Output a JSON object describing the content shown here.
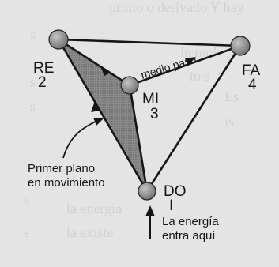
{
  "nodes": {
    "re": {
      "name": "RE",
      "number": "2"
    },
    "fa": {
      "name": "FA",
      "number": "4"
    },
    "mi": {
      "name": "MI",
      "number": "3"
    },
    "do": {
      "name": "DO",
      "number": "I"
    }
  },
  "annotations": {
    "half_step": "medio paso",
    "foreground_line1": "Primer plano",
    "foreground_line2": "en movimiento",
    "energy_line1": "La energía",
    "energy_line2": "entra aquí"
  },
  "background_text": [
    "primo o derivado Y hay",
    "in mol",
    "to s",
    "Es",
    "is",
    "la energía",
    "la existe",
    "s",
    "s",
    "s",
    "s",
    "s"
  ],
  "colors": {
    "paper": "#e4e4e4",
    "ink": "#151515",
    "shaded_face": "#8a8a8a",
    "sphere": "#9a9a9a",
    "bleed_text": "#d2d2d2"
  }
}
